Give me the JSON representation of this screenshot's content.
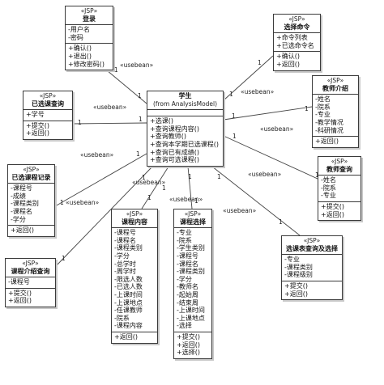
{
  "center": {
    "name": "学生",
    "sub": "(from AnalysisModel)",
    "ops": [
      "+选课()",
      "+查询课程内容()",
      "+查询教师()",
      "+查询本学期已选课程()",
      "+查询已有成绩()",
      "+查询可选课程()"
    ]
  },
  "boxes": [
    {
      "id": "login",
      "stereo": "«JSP»",
      "name": "登录",
      "attrs": [
        "-用户名",
        "-密码"
      ],
      "ops": [
        "+确认()",
        "+退出()",
        "+修改密码()"
      ]
    },
    {
      "id": "select-cmd",
      "stereo": "«JSP»",
      "name": "选择命令",
      "attrs": [
        "+命令列表",
        "+已选命令名"
      ],
      "ops": [
        "+确认()",
        "+返回()"
      ]
    },
    {
      "id": "selected-query",
      "stereo": "«JSP»",
      "name": "已选课查询",
      "attrs": [
        "+学号"
      ],
      "ops": [
        "+提交()",
        "+返回()"
      ]
    },
    {
      "id": "teacher-intro",
      "stereo": "«JSP»",
      "name": "教师介绍",
      "attrs": [
        "-姓名",
        "-院系",
        "-专业",
        "-教学情况",
        "-科研情况"
      ],
      "ops": [
        "+返回()"
      ]
    },
    {
      "id": "record",
      "stereo": "«JSP»",
      "name": "已选课程记录",
      "attrs": [
        "-课程号",
        "-成绩",
        "-课程类别",
        "-课程名",
        "-学分"
      ],
      "ops": [
        "+返回()"
      ]
    },
    {
      "id": "teacher-query",
      "stereo": "«JSP»",
      "name": "教师查询",
      "attrs": [
        "-姓名",
        "-院系",
        "-专业"
      ],
      "ops": [
        "+提交()",
        "+返回()"
      ]
    },
    {
      "id": "intro-query",
      "stereo": "«JSP»",
      "name": "课程介绍查询",
      "attrs": [
        "-课程号"
      ],
      "ops": [
        "+提交()",
        "+返回()"
      ]
    },
    {
      "id": "content",
      "stereo": "«JSP»",
      "name": "课程内容",
      "attrs": [
        "-课程号",
        "-课程名",
        "-课程类别",
        "-学分",
        "-总学时",
        "-周学时",
        "-限选人数",
        "-已选人数",
        "-上课时间",
        "-上课地点",
        "-任课教师",
        "-院系",
        "-课程内容"
      ],
      "ops": [
        "+返回()"
      ]
    },
    {
      "id": "course-select",
      "stereo": "«JSP»",
      "name": "课程选择",
      "attrs": [
        "-专业",
        "-院系",
        "-学生类别",
        "-课程号",
        "-课程名",
        "-课程类别",
        "-学分",
        "-教师名",
        "-起始周",
        "-结束周",
        "-上课时间",
        "-上课地点",
        "-选择"
      ],
      "ops": [
        "+提交()",
        "+返回()",
        "+选择()"
      ]
    },
    {
      "id": "catalog",
      "stereo": "«JSP»",
      "name": "选课表查询及选择",
      "attrs": [
        "-专业",
        "-课程类别",
        "-课程级别"
      ],
      "ops": [
        "+提交()",
        "+返回()"
      ]
    }
  ],
  "edges": [
    {
      "label": "«usebean»",
      "m_center": "1",
      "m_box": "1"
    },
    {
      "label": "«usebean»",
      "m_center": "1",
      "m_box": "1"
    },
    {
      "label": "«usebean»",
      "m_center": "1",
      "m_box": "1"
    },
    {
      "label": "«usebean»",
      "m_center": "1",
      "m_box": "1"
    },
    {
      "label": "«usebean»",
      "m_center": "1",
      "m_box": "1"
    },
    {
      "label": "«usebean»",
      "m_center": "1",
      "m_box": "1"
    },
    {
      "label": "«usebean»",
      "m_center": "1",
      "m_box": "1"
    },
    {
      "label": "«usebean»",
      "m_center": "1",
      "m_box": "1"
    },
    {
      "label": "«usebean»",
      "m_center": "1",
      "m_box": "1"
    },
    {
      "label": "«usebean»",
      "m_center": "1",
      "m_box": "1"
    }
  ]
}
